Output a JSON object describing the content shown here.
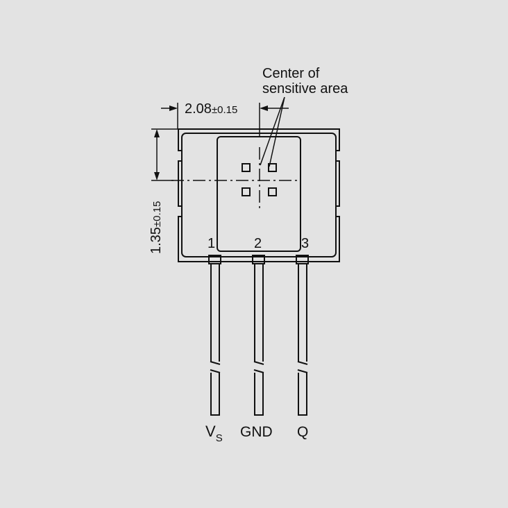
{
  "annotations": {
    "center_line1": "Center of",
    "center_line2": "sensitive area"
  },
  "dimensions": {
    "horizontal": {
      "value": "2.08",
      "tolerance": "±0.15"
    },
    "vertical": {
      "value": "1.35",
      "tolerance": "±0.15"
    }
  },
  "pins": [
    {
      "number": "1",
      "label": "V",
      "subscript": "S"
    },
    {
      "number": "2",
      "label": "GND"
    },
    {
      "number": "3",
      "label": "Q"
    }
  ],
  "colors": {
    "background": "#e3e3e3",
    "line": "#111111"
  }
}
